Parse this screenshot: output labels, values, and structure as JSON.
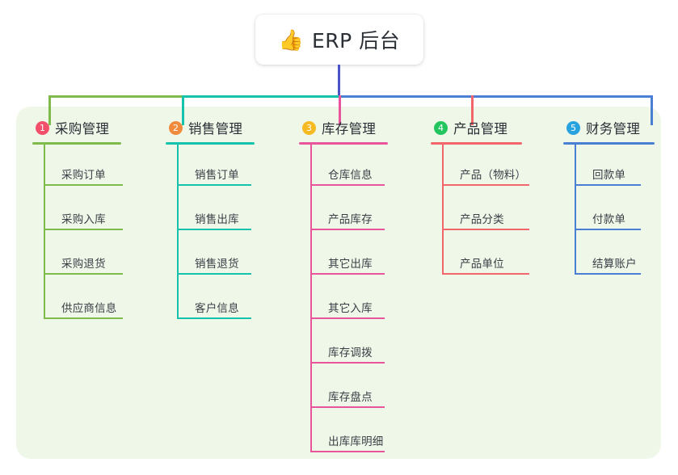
{
  "root": {
    "icon": "thumbs-up-icon",
    "emoji": "👍",
    "title": "ERP 后台"
  },
  "colors": {
    "panel_bg": "#eff7e9",
    "root_text": "#2b2f36",
    "trunk": "#4a52c8",
    "branch_green": "#7fba4c",
    "branch_teal": "#15c3ac",
    "branch_pink": "#e8559c",
    "branch_red": "#f1656b",
    "branch_blue": "#4a7fd4",
    "badge_1": "#f2506a",
    "badge_2": "#f08a3c",
    "badge_3": "#f5b921",
    "badge_4": "#22c55e",
    "badge_5": "#29a3e0"
  },
  "columns": [
    {
      "number": "1",
      "title": "采购管理",
      "badge_color": "#f2506a",
      "line_color": "#7fba4c",
      "items": [
        "采购订单",
        "采购入库",
        "采购退货",
        "供应商信息"
      ]
    },
    {
      "number": "2",
      "title": "销售管理",
      "badge_color": "#f08a3c",
      "line_color": "#15c3ac",
      "items": [
        "销售订单",
        "销售出库",
        "销售退货",
        "客户信息"
      ]
    },
    {
      "number": "3",
      "title": "库存管理",
      "badge_color": "#f5b921",
      "line_color": "#e8559c",
      "items": [
        "仓库信息",
        "产品库存",
        "其它出库",
        "其它入库",
        "库存调拨",
        "库存盘点",
        "出库库明细"
      ]
    },
    {
      "number": "4",
      "title": "产品管理",
      "badge_color": "#22c55e",
      "line_color": "#f1656b",
      "items": [
        "产品（物料）",
        "产品分类",
        "产品单位"
      ]
    },
    {
      "number": "5",
      "title": "财务管理",
      "badge_color": "#29a3e0",
      "line_color": "#4a7fd4",
      "items": [
        "回款单",
        "付款单",
        "结算账户"
      ]
    }
  ]
}
